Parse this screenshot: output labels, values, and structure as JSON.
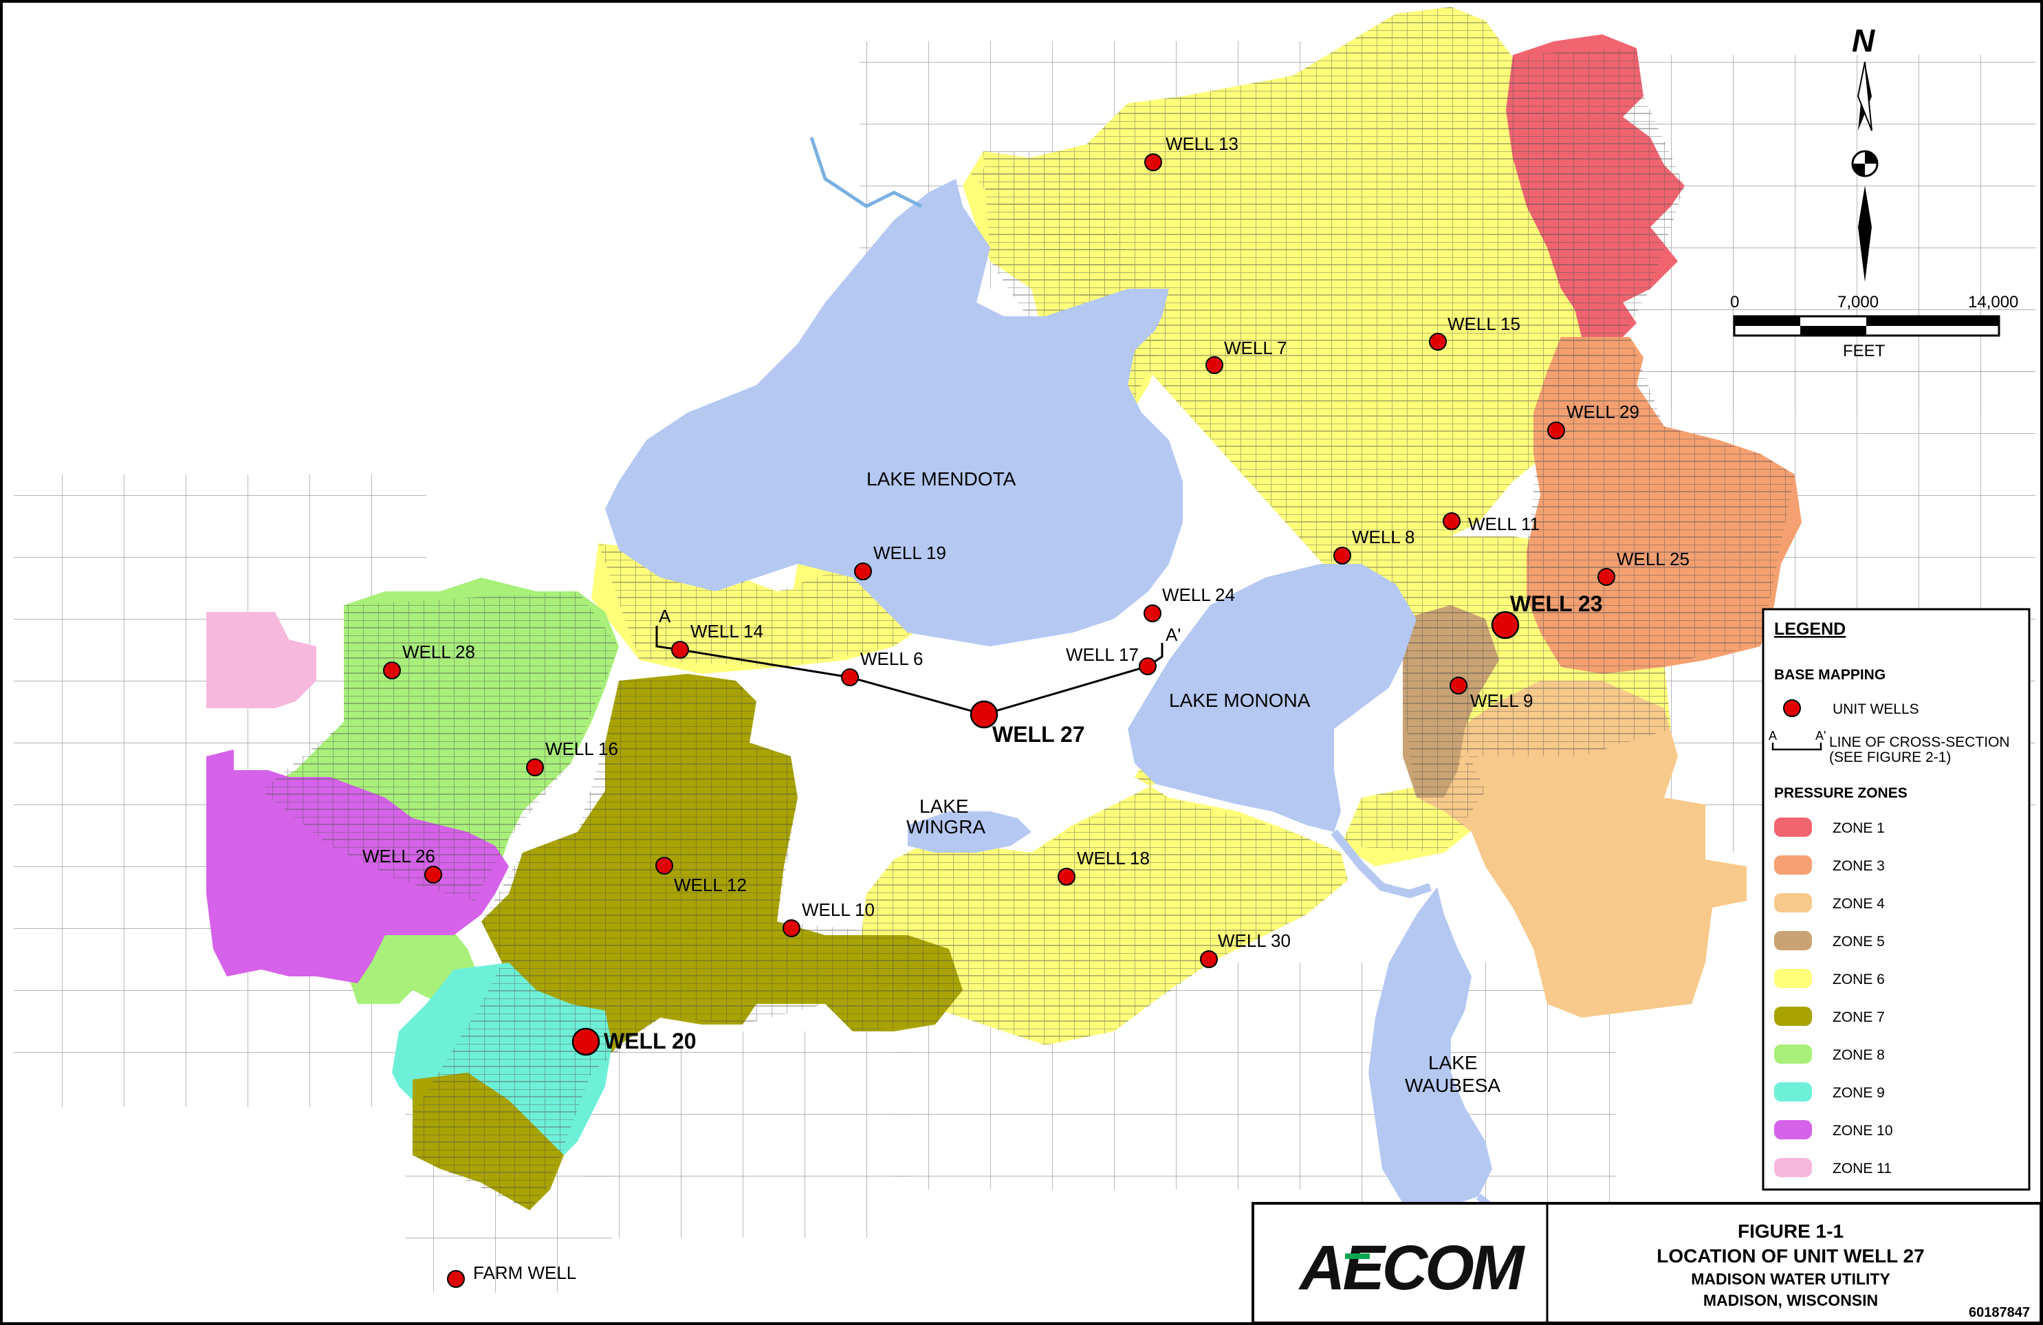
{
  "colors": {
    "zone1": "#f06470",
    "zone3": "#f5a070",
    "zone4": "#f7c98a",
    "zone5": "#c9a373",
    "zone6": "#ffff7a",
    "zone7": "#a8a300",
    "zone8": "#a8f07a",
    "zone9": "#6ef0d8",
    "zone10": "#d562e8",
    "zone11": "#f6b8dc",
    "lake": "#b4c8f2",
    "well": "#e00000",
    "streets": "#555555"
  },
  "wells": [
    {
      "label": "WELL 13"
    },
    {
      "label": "WELL 7"
    },
    {
      "label": "WELL 15"
    },
    {
      "label": "WELL 29"
    },
    {
      "label": "WELL 11"
    },
    {
      "label": "WELL 8"
    },
    {
      "label": "WELL 25"
    },
    {
      "label": "WELL 23"
    },
    {
      "label": "WELL 19"
    },
    {
      "label": "WELL 24"
    },
    {
      "label": "WELL 14"
    },
    {
      "label": "WELL 6"
    },
    {
      "label": "WELL 17"
    },
    {
      "label": "WELL 9"
    },
    {
      "label": "WELL 27"
    },
    {
      "label": "WELL 28"
    },
    {
      "label": "WELL 16"
    },
    {
      "label": "WELL 26"
    },
    {
      "label": "WELL 12"
    },
    {
      "label": "WELL 18"
    },
    {
      "label": "WELL 10"
    },
    {
      "label": "WELL 30"
    },
    {
      "label": "WELL 20"
    },
    {
      "label": "FARM WELL"
    }
  ],
  "cross_section": {
    "start_label": "A",
    "end_label": "A'"
  },
  "lakes": {
    "mendota": "LAKE MENDOTA",
    "monona": "LAKE MONONA",
    "wingra_line1": "LAKE",
    "wingra_line2": "WINGRA",
    "waubesa_line1": "LAKE",
    "waubesa_line2": "WAUBESA"
  },
  "north_arrow": {
    "letter": "N"
  },
  "scale_bar": {
    "ticks": [
      "0",
      "7,000",
      "14,000"
    ],
    "unit": "FEET"
  },
  "legend": {
    "title": "LEGEND",
    "base_mapping_heading": "BASE MAPPING",
    "unit_wells_label": "UNIT WELLS",
    "cross_section_start": "A",
    "cross_section_end": "A'",
    "cross_section_line1": "LINE OF CROSS-SECTION",
    "cross_section_line2": "(SEE FIGURE 2-1)",
    "pressure_zones_heading": "PRESSURE ZONES",
    "zones": [
      {
        "label": "ZONE 1"
      },
      {
        "label": "ZONE 3"
      },
      {
        "label": "ZONE 4"
      },
      {
        "label": "ZONE 5"
      },
      {
        "label": "ZONE 6"
      },
      {
        "label": "ZONE 7"
      },
      {
        "label": "ZONE 8"
      },
      {
        "label": "ZONE 9"
      },
      {
        "label": "ZONE 10"
      },
      {
        "label": "ZONE 11"
      }
    ]
  },
  "title_block": {
    "logo_text": "AECOM",
    "figure": "FIGURE 1-1",
    "title": "LOCATION OF UNIT WELL 27",
    "client": "MADISON WATER UTILITY",
    "location": "MADISON, WISCONSIN",
    "project_number": "60187847"
  }
}
